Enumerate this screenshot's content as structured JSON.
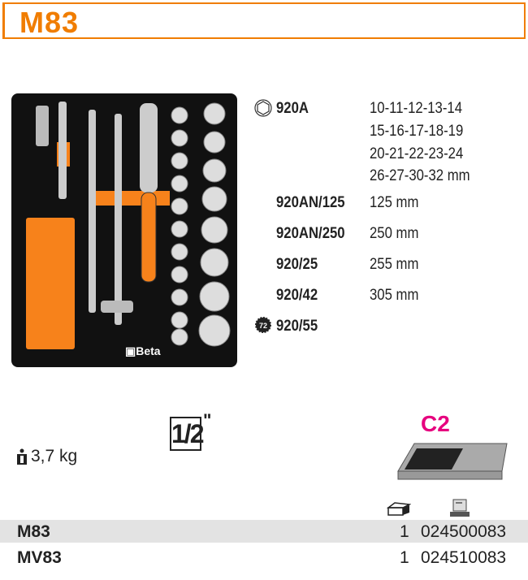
{
  "title": "M83",
  "specs": [
    {
      "code": "920A",
      "icon": "hexagon-icon",
      "lines": [
        "10-11-12-13-14",
        "15-16-17-18-19",
        "20-21-22-23-24",
        "26-27-30-32 mm"
      ]
    },
    {
      "code": "920AN/125",
      "value": "125 mm"
    },
    {
      "code": "920AN/250",
      "value": "250 mm"
    },
    {
      "code": "920/25",
      "value": "255 mm"
    },
    {
      "code": "920/42",
      "value": "305 mm"
    },
    {
      "code": "920/55",
      "icon": "ratchet-72-teeth-icon",
      "icon_text": "72"
    }
  ],
  "tray_logo": "Beta",
  "weight": "3,7 kg",
  "drive": "1/2",
  "drive_unit": "\"",
  "module": "C2",
  "colors": {
    "accent": "#f07d00",
    "module": "#e6007e",
    "row_bg": "#e3e3e3"
  },
  "table": [
    {
      "code": "M83",
      "qty": "1",
      "number": "024500083"
    },
    {
      "code": "MV83",
      "qty": "1",
      "number": "024510083"
    }
  ]
}
